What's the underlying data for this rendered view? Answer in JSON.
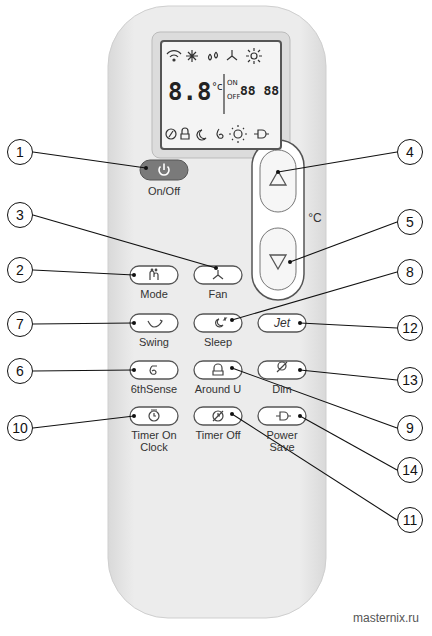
{
  "diagram": {
    "nodes": [
      {
        "text": [
          "8.8",
          "°c",
          "ON",
          "OFF",
          "88 88"
        ]
      },
      {
        "text": [
          "1"
        ]
      },
      {
        "text": [
          "4"
        ]
      },
      {
        "text": [
          "3"
        ]
      },
      {
        "text": [
          "5"
        ]
      },
      {
        "text": [
          "2"
        ]
      },
      {
        "text": [
          "8"
        ]
      },
      {
        "text": [
          "7"
        ]
      },
      {
        "text": [
          "12"
        ]
      },
      {
        "text": [
          "6"
        ]
      },
      {
        "text": [
          "13"
        ]
      },
      {
        "text": [
          "9"
        ]
      },
      {
        "text": [
          "10"
        ]
      },
      {
        "text": [
          "14"
        ]
      },
      {
        "text": [
          "11"
        ]
      }
    ],
    "labels": [
      "On/Off",
      "°C",
      "Mode",
      "Fan",
      "Swing",
      "Sleep",
      "Jet",
      "6thSense",
      "Around U",
      "Dim",
      "Timer On Clock",
      "Timer Off",
      "Power Save",
      "masternix.ru"
    ]
  }
}
